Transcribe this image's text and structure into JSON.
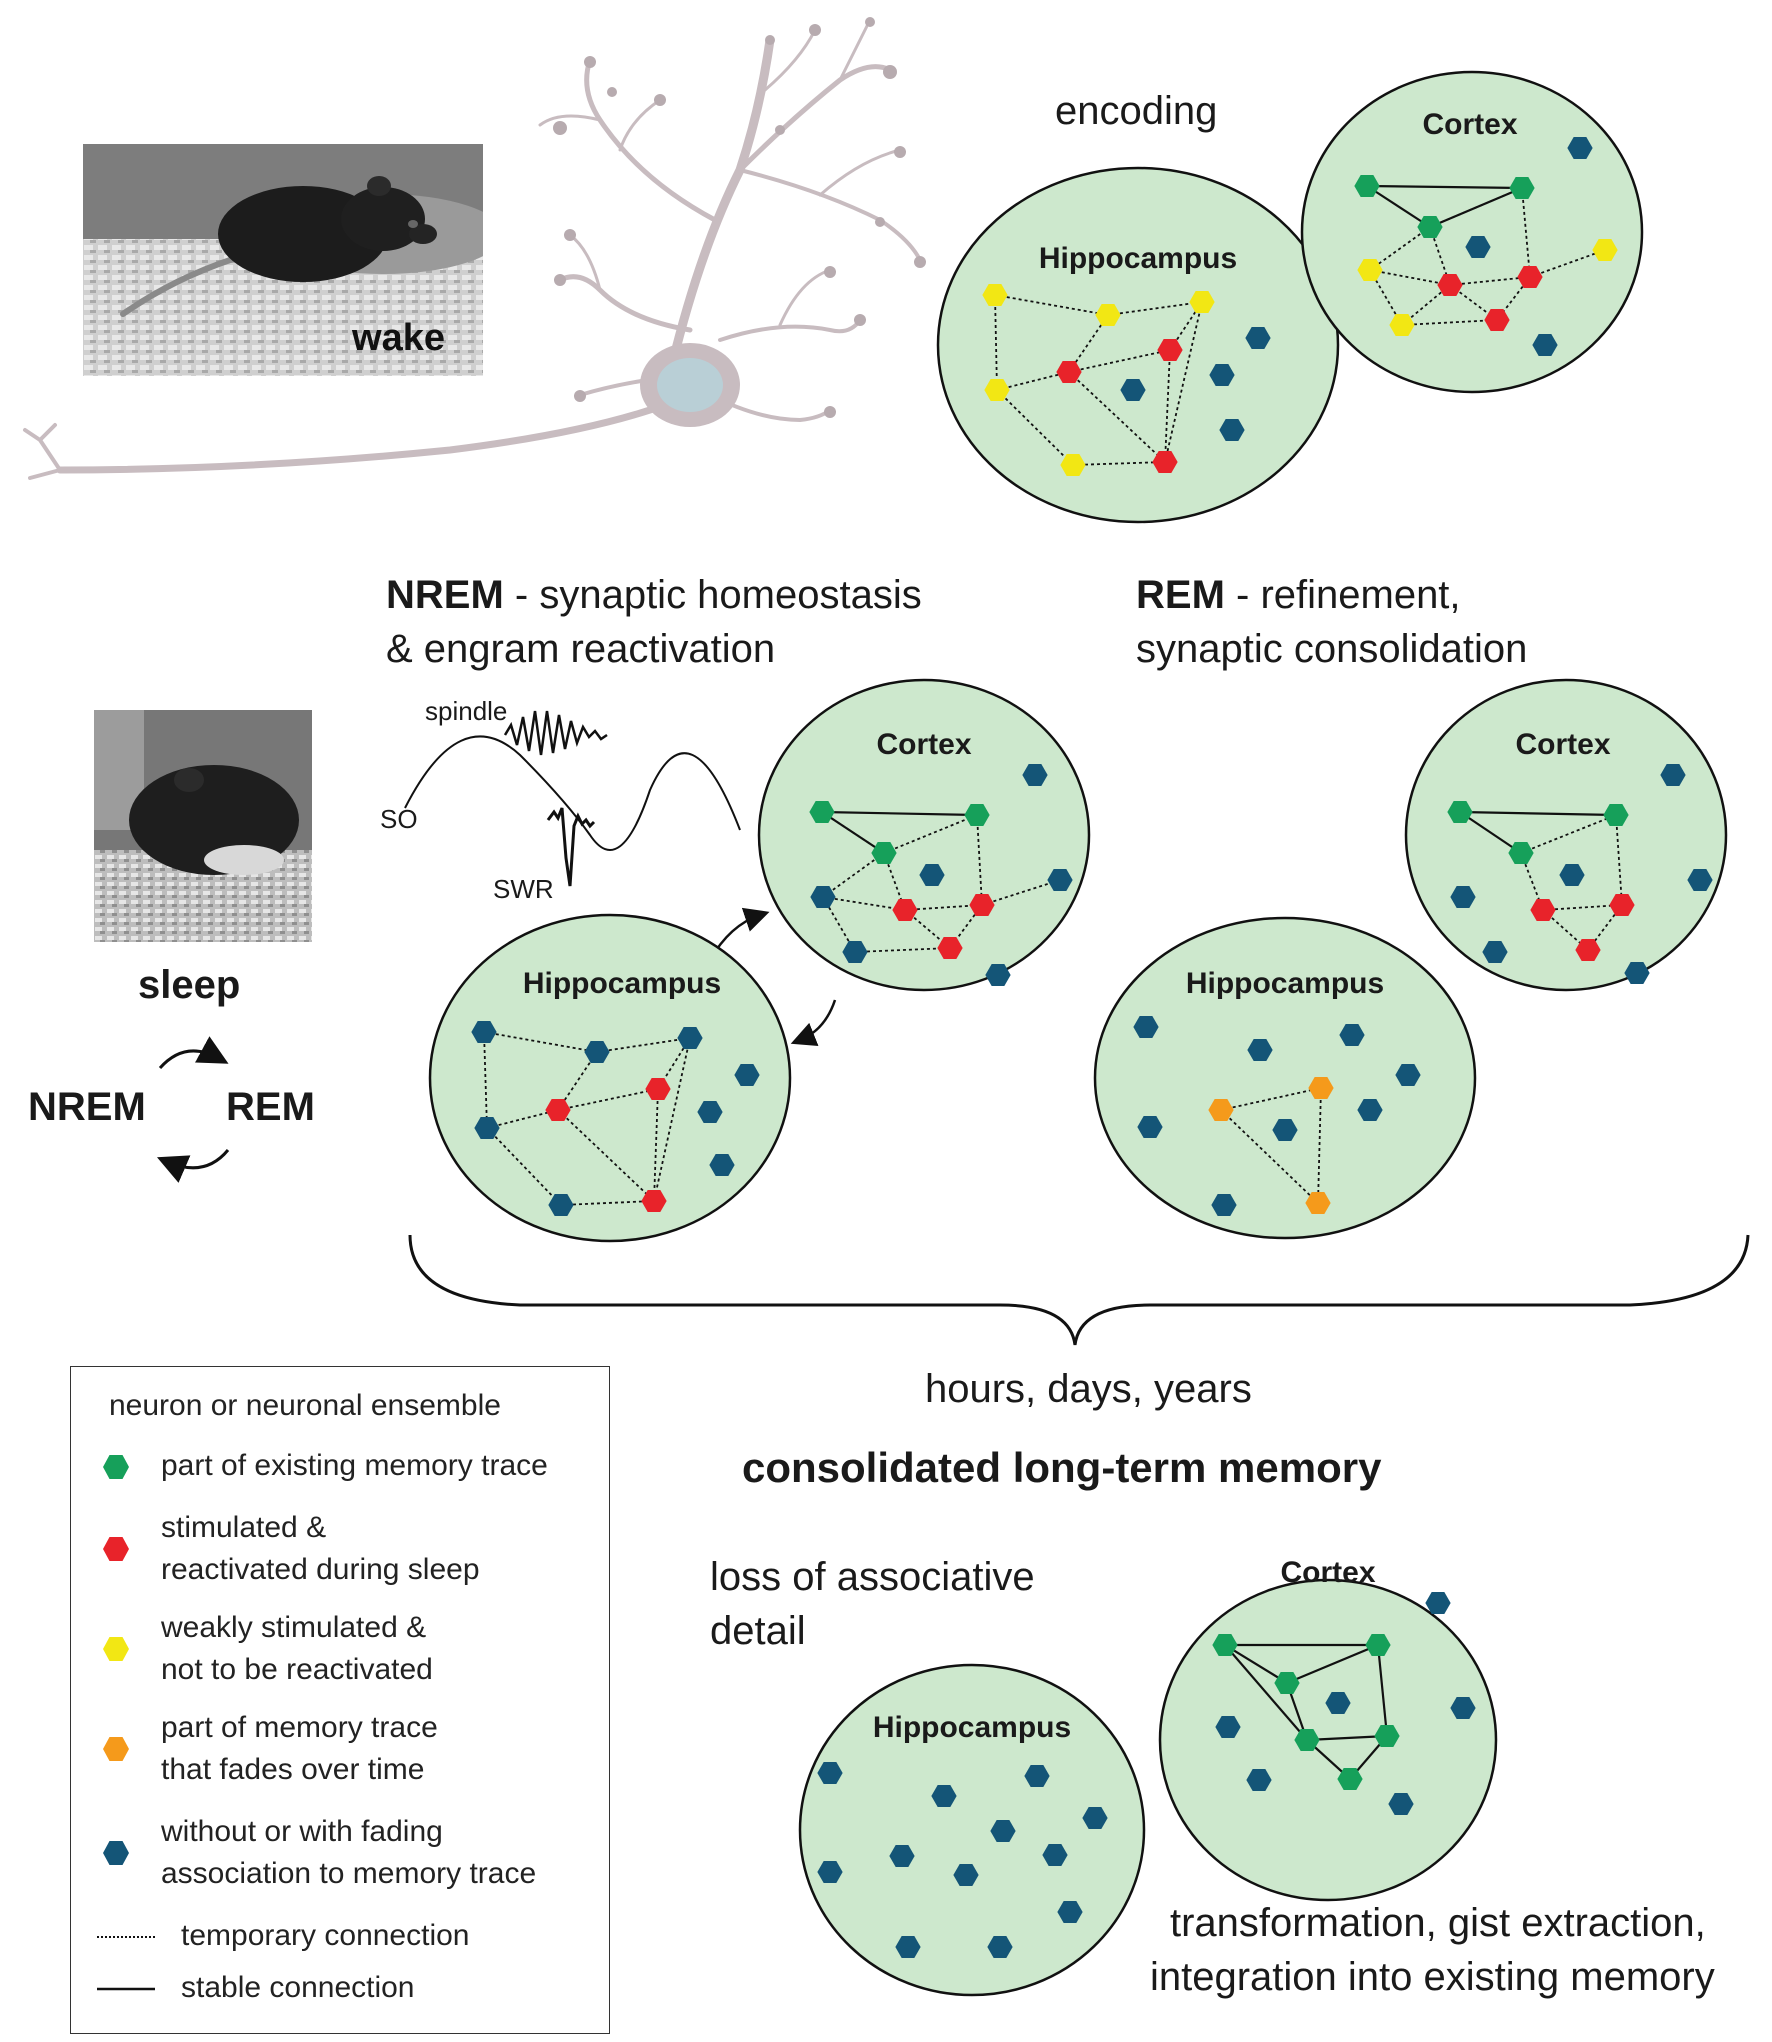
{
  "wake_photo": {
    "label": "wake"
  },
  "sleep_photo": {},
  "labels": {
    "encoding": "encoding",
    "nrem_bold": "NREM",
    "nrem_rest_1": " - synaptic homeostasis",
    "nrem_rest_2": "& engram reactivation",
    "rem_bold": "REM",
    "rem_rest_1": " - refinement,",
    "rem_rest_2": "synaptic consolidation",
    "spindle": "spindle",
    "so": "SO",
    "swr": "SWR",
    "sleep": "sleep",
    "cycle_nrem": "NREM",
    "cycle_rem": "REM",
    "timescale": "hours, days, years",
    "consolidated": "consolidated long-term memory",
    "loss_1": "loss of associative",
    "loss_2": "detail",
    "transform_1": "transformation, gist extraction,",
    "transform_2": "integration into existing memory"
  },
  "region_labels": {
    "hippocampus": "Hippocampus",
    "cortex": "Cortex"
  },
  "legend": {
    "title": "neuron or neuronal ensemble",
    "items": [
      {
        "color": "#16a05a",
        "text": "part of existing memory trace"
      },
      {
        "color": "#e8232a",
        "text": "stimulated &\nreactivated during sleep"
      },
      {
        "color": "#f2e714",
        "text": "weakly stimulated &\nnot to be reactivated"
      },
      {
        "color": "#f59a1b",
        "text": "part of memory trace\nthat fades over time"
      },
      {
        "color": "#145577",
        "text": "without or with fading\nassociation to memory trace"
      }
    ],
    "temporary": "temporary connection",
    "stable": "stable connection"
  },
  "colors": {
    "green": "#16a05a",
    "red": "#e8232a",
    "yellow": "#f2e714",
    "orange": "#f59a1b",
    "blue": "#145577",
    "region_fill": "#cde8cd"
  }
}
